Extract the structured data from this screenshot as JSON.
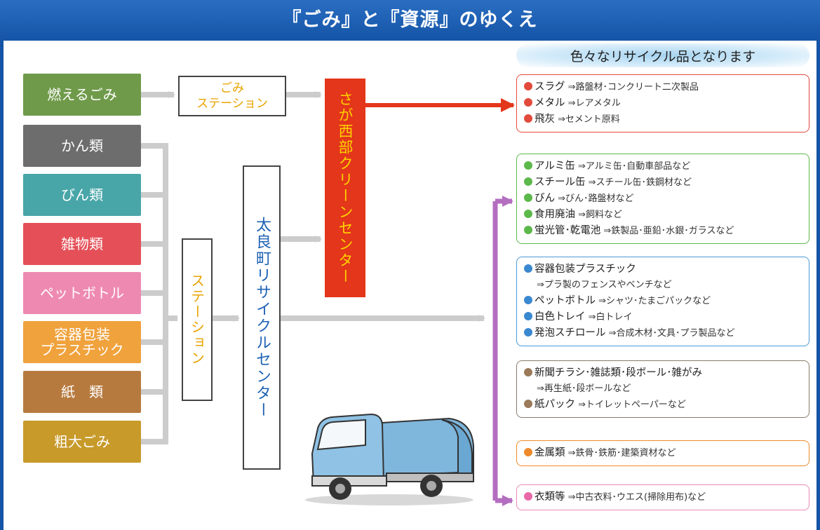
{
  "header": {
    "title": "『ごみ』と『資源』のゆくえ"
  },
  "subtitle": "色々なリサイクル品となります",
  "categories": [
    {
      "label": "燃えるごみ",
      "color": "#6f9a4a"
    },
    {
      "label": "かん類",
      "color": "#6d6d6d"
    },
    {
      "label": "びん類",
      "color": "#48a5a8"
    },
    {
      "label": "雑物類",
      "color": "#e55058"
    },
    {
      "label": "ペットボトル",
      "color": "#ee8ab2"
    },
    {
      "label": "容器包装\nプラスチック",
      "color": "#f0a23c"
    },
    {
      "label": "紙　類",
      "color": "#b77a3e"
    },
    {
      "label": "粗大ごみ",
      "color": "#c79a2a"
    }
  ],
  "gomi_station": {
    "line1": "ごみ",
    "line2": "ステーション"
  },
  "station": "ステーション",
  "saga_center": "さが西部クリーンセンター",
  "tara_center": "太良町リサイクルセンター",
  "results": [
    {
      "border": "#e24a3b",
      "dot": "#e24a3b",
      "items": [
        {
          "name": "スラグ",
          "dest": "⇒路盤材･コンクリート二次製品"
        },
        {
          "name": "メタル",
          "dest": "⇒レアメタル"
        },
        {
          "name": "飛灰",
          "dest": "⇒セメント原料"
        }
      ]
    },
    {
      "border": "#5cb84a",
      "dot": "#5cb84a",
      "items": [
        {
          "name": "アルミ缶",
          "dest": "⇒アルミ缶･自動車部品など"
        },
        {
          "name": "スチール缶",
          "dest": "⇒スチール缶･鉄鋼材など"
        },
        {
          "name": "びん",
          "dest": "⇒びん･路盤材など"
        },
        {
          "name": "食用廃油",
          "dest": "⇒飼料など"
        },
        {
          "name": "蛍光管･乾電池",
          "dest": "⇒鉄製品･亜鉛･水銀･ガラスなど"
        }
      ]
    },
    {
      "border": "#4a9ad8",
      "dot": "#3a88d0",
      "items": [
        {
          "name": "容器包装プラスチック",
          "dest": ""
        },
        {
          "name": "",
          "dest": "⇒プラ製のフェンスやベンチなど",
          "sub": true
        },
        {
          "name": "ペットボトル",
          "dest": "⇒シャツ･たまごパックなど"
        },
        {
          "name": "白色トレイ",
          "dest": "⇒白トレイ"
        },
        {
          "name": "発泡スチロール",
          "dest": "⇒合成木材･文具･プラ製品など"
        }
      ]
    },
    {
      "border": "#8a7a6a",
      "dot": "#9a7a5a",
      "items": [
        {
          "name": "新聞チラシ･雑誌類･段ボール･雑がみ",
          "dest": ""
        },
        {
          "name": "",
          "dest": "⇒再生紙･段ボールなど",
          "sub": true
        },
        {
          "name": "紙パック",
          "dest": "⇒トイレットペーパーなど"
        }
      ]
    },
    {
      "border": "#ee8a2a",
      "dot": "#ee8a2a",
      "items": [
        {
          "name": "金属類",
          "dest": "⇒鉄骨･鉄筋･建築資材など"
        }
      ]
    },
    {
      "border": "#e88ab8",
      "dot": "#e868a8",
      "items": [
        {
          "name": "衣類等",
          "dest": "⇒中古衣料･ウエス(掃除用布)など"
        }
      ]
    }
  ],
  "colors": {
    "header_blue": "#1554a6",
    "arrow_gray": "#cccccc",
    "arrow_red": "#e3361a",
    "arrow_purple": "#b46ec0",
    "station_text": "#e8a300",
    "tara_text": "#1f63b4",
    "saga_text": "#ffd200"
  }
}
